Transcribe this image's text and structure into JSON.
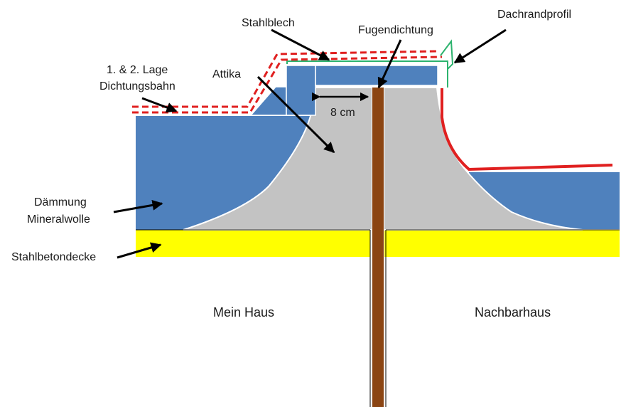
{
  "diagram": {
    "labels": {
      "stahlblech": "Stahlblech",
      "fugendichtung": "Fugendichtung",
      "dachrandprofil": "Dachrandprofil",
      "lage_line1": "1. & 2. Lage",
      "lage_line2": "Dichtungsbahn",
      "attika": "Attika",
      "gap": "8 cm",
      "daemmung_line1": "Dämmung",
      "daemmung_line2": "Mineralwolle",
      "stahlbetondecke": "Stahlbetondecke",
      "mein_haus": "Mein Haus",
      "nachbarhaus": "Nachbarhaus"
    },
    "colors": {
      "insulation": "#4f81bd",
      "attika": "#c3c3c3",
      "slab": "#ffff00",
      "joint_seal": "#8b4513",
      "membrane": "#e02020",
      "edge_profile": "#2db36e"
    }
  }
}
